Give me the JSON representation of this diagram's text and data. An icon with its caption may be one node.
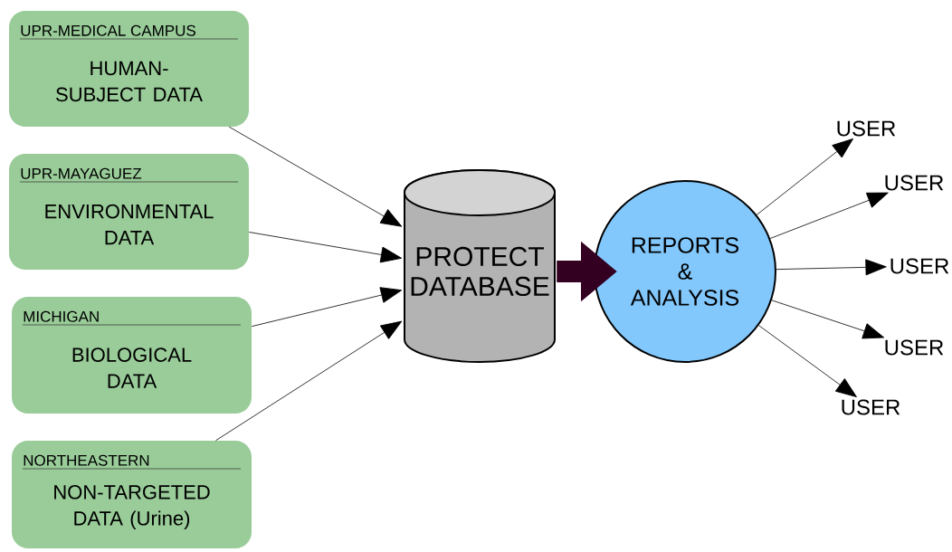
{
  "diagram": {
    "nodes": [
      {
        "text": [
          "UPR-MEDICAL CAMPUS",
          "HUMAN-SUBJECT DATA"
        ]
      },
      {
        "text": [
          "UPR-MAYAGUEZ",
          "ENVIRONMENTAL DATA"
        ]
      },
      {
        "text": [
          "MICHIGAN",
          "BIOLOGICAL DATA"
        ]
      },
      {
        "text": [
          "NORTHEASTERN",
          "NON-TARGETED DATA (Urine)"
        ]
      },
      {
        "text": [
          "PROTECT DATABASE"
        ]
      },
      {
        "text": [
          "REPORTS & ANALYSIS"
        ]
      },
      {
        "text": [
          "USER"
        ]
      },
      {
        "text": [
          "USER"
        ]
      },
      {
        "text": [
          "USER"
        ]
      },
      {
        "text": [
          "USER"
        ]
      },
      {
        "text": [
          "USER"
        ]
      }
    ],
    "edges": [
      {
        "from": 0,
        "to": 4,
        "arrow": "to"
      },
      {
        "from": 1,
        "to": 4,
        "arrow": "to"
      },
      {
        "from": 2,
        "to": 4,
        "arrow": "to"
      },
      {
        "from": 3,
        "to": 4,
        "arrow": "to"
      },
      {
        "from": 4,
        "to": 5,
        "arrow": "to",
        "style": "thick",
        "color": "#330022"
      },
      {
        "from": 5,
        "to": 6,
        "arrow": "to"
      },
      {
        "from": 5,
        "to": 7,
        "arrow": "to"
      },
      {
        "from": 5,
        "to": 8,
        "arrow": "to"
      },
      {
        "from": 5,
        "to": 9,
        "arrow": "to"
      },
      {
        "from": 5,
        "to": 10,
        "arrow": "to"
      }
    ]
  }
}
